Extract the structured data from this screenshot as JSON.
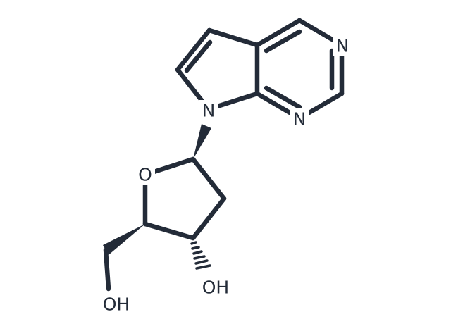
{
  "molecule": {
    "ink_color": "#232b38",
    "background_color": "#ffffff",
    "atoms": [
      {
        "id": "n_pyrimidine_top",
        "label": "N"
      },
      {
        "id": "n_pyrimidine_bottom",
        "label": "N"
      },
      {
        "id": "n_pyrrole",
        "label": "N"
      },
      {
        "id": "o_ring",
        "label": "O"
      },
      {
        "id": "oh_secondary",
        "label": "OH"
      },
      {
        "id": "oh_primary",
        "label": "OH"
      }
    ]
  }
}
